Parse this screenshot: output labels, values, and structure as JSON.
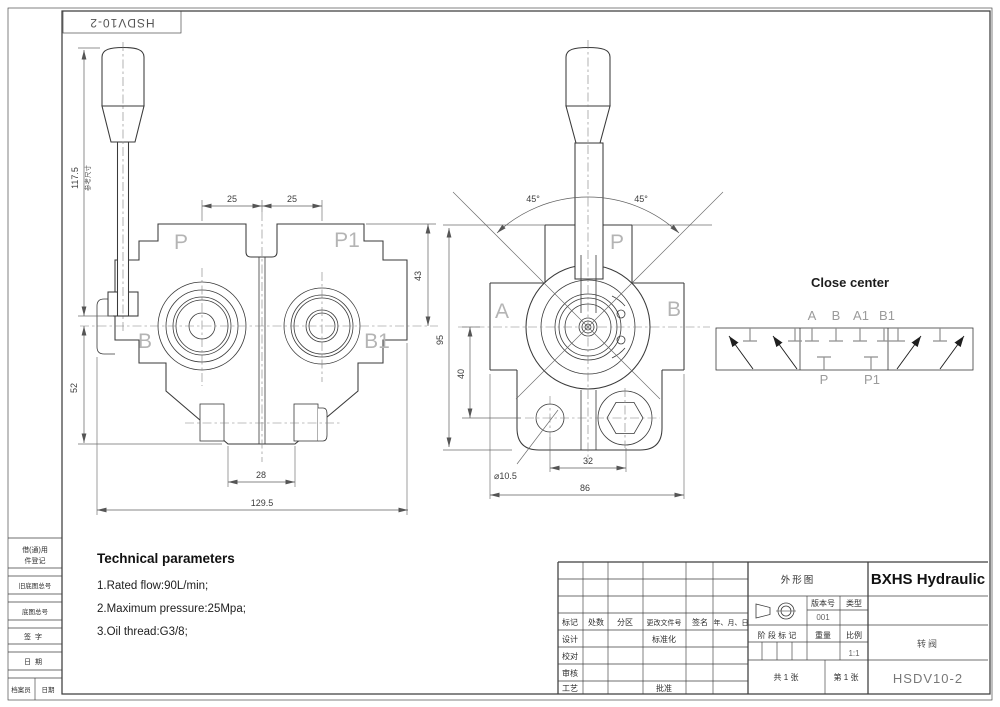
{
  "doc": {
    "code_top": "HSDV10-2"
  },
  "front": {
    "p": "P",
    "p1": "P1",
    "b": "B",
    "b1": "B1",
    "d25": "25",
    "d43": "43",
    "d117": "117.5",
    "ref": "参考尺寸",
    "d52": "52",
    "d28": "28",
    "d129": "129.5"
  },
  "side": {
    "a": "A",
    "b": "B",
    "p": "P",
    "d45": "45°",
    "d95": "95",
    "d40": "40",
    "d32": "32",
    "d86": "86",
    "dia": "⌀10.5"
  },
  "schematic": {
    "title": "Close center",
    "ports_top": [
      "A",
      "B",
      "A1",
      "B1"
    ],
    "ports_bottom": [
      "P",
      "P1"
    ]
  },
  "tech": {
    "heading": "Technical parameters",
    "line1": "1.Rated flow:90L/min;",
    "line2": "2.Maximum pressure:25Mpa;",
    "line3": "3.Oil thread:G3/8;"
  },
  "titleblock": {
    "outline": "外形图",
    "company": "BXHS Hydraulic",
    "version_label": "版本号",
    "version": "001",
    "type_label": "类型",
    "stage": "阶 段 标 记",
    "weight": "重量",
    "scale": "比例",
    "scale_val": "1:1",
    "total": "共 1 张",
    "sheet": "第 1 张",
    "product": "转阀",
    "model": "HSDV10-2",
    "mark": "标记",
    "count": "处数",
    "zone": "分区",
    "file": "更改文件号",
    "sign": "签名",
    "date": "年、月、日",
    "design": "设计",
    "standardize": "标准化",
    "check": "校对",
    "audit": "审核",
    "craft": "工艺",
    "approve": "批准"
  },
  "leftblock": {
    "borrow1": "借(通)用",
    "borrow2": "件登记",
    "old_no": "旧底图总号",
    "base_no": "底图总号",
    "sign": "签字",
    "date": "日期",
    "archivist": "档案员",
    "date2": "日期"
  }
}
